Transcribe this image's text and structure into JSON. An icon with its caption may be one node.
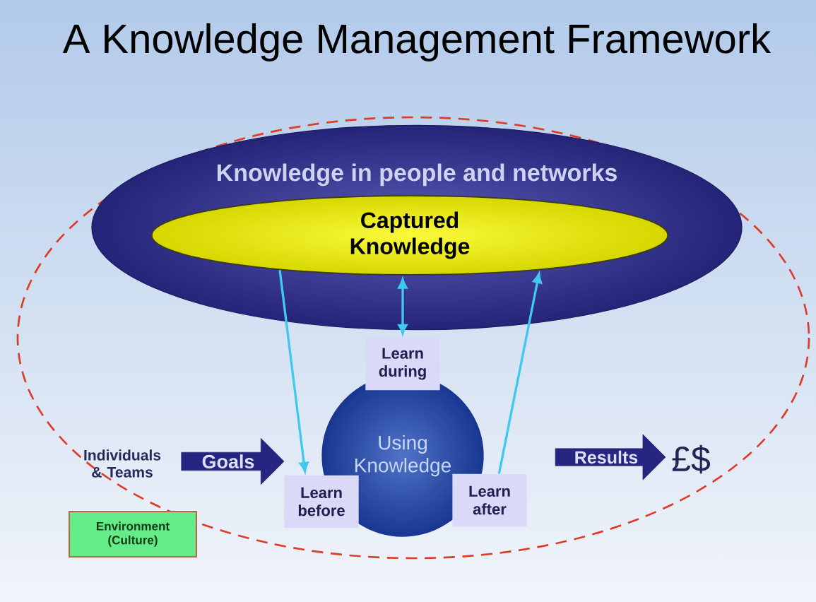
{
  "diagram": {
    "title": "A Knowledge Management Framework",
    "nodes": [
      {
        "text": [
          "Knowledge in people and networks"
        ]
      },
      {
        "text": [
          "Captured Knowledge"
        ],
        "in": 0
      },
      {
        "text": [
          "Using Knowledge"
        ]
      },
      {
        "text": [
          "Learn during"
        ]
      },
      {
        "text": [
          "Learn before"
        ]
      },
      {
        "text": [
          "Learn after"
        ]
      },
      {
        "text": [
          "Individuals & Teams"
        ]
      },
      {
        "text": [
          "Goals"
        ]
      },
      {
        "text": [
          "Results"
        ]
      },
      {
        "text": [
          "£$"
        ]
      },
      {
        "text": [
          "Environment (Culture)"
        ]
      }
    ],
    "edges": [
      {
        "from": 1,
        "to": 4,
        "arrow": "to"
      },
      {
        "from": 3,
        "to": 1,
        "arrow": "both"
      },
      {
        "from": 5,
        "to": 1,
        "arrow": "to"
      }
    ]
  }
}
